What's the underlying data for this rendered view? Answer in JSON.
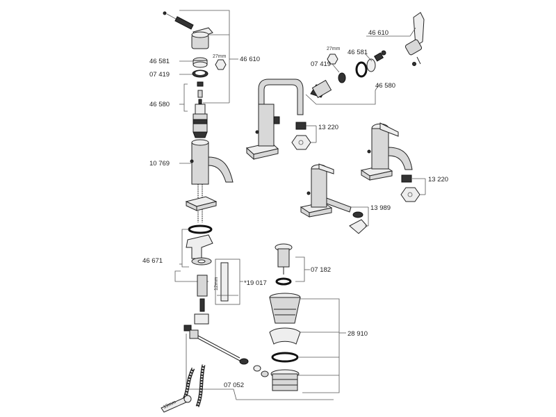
{
  "colors": {
    "line": "#555555",
    "part": "#222222",
    "metal": "#d8d8d8",
    "dark": "#333333",
    "background": "#ffffff"
  },
  "labels": {
    "l46581_left": "46 581",
    "l07419_left": "07 419",
    "l46580_left": "46 580",
    "l46610_left": "46 610",
    "l27mm_left": "27mm",
    "l10769": "10 769",
    "l46671": "46 671",
    "l19017": "*19 017",
    "l12mm": "12mm",
    "l07052": "07 052",
    "l19mm": "19mm",
    "l07182": "07 182",
    "l28910": "28 910",
    "l46610_right": "46 610",
    "l27mm_right": "27mm",
    "l46581_right": "46 581",
    "l07419_right": "07 419",
    "l46580_right": "46 580",
    "l13220_a": "13 220",
    "l13220_b": "13 220",
    "l13989": "13 989"
  }
}
